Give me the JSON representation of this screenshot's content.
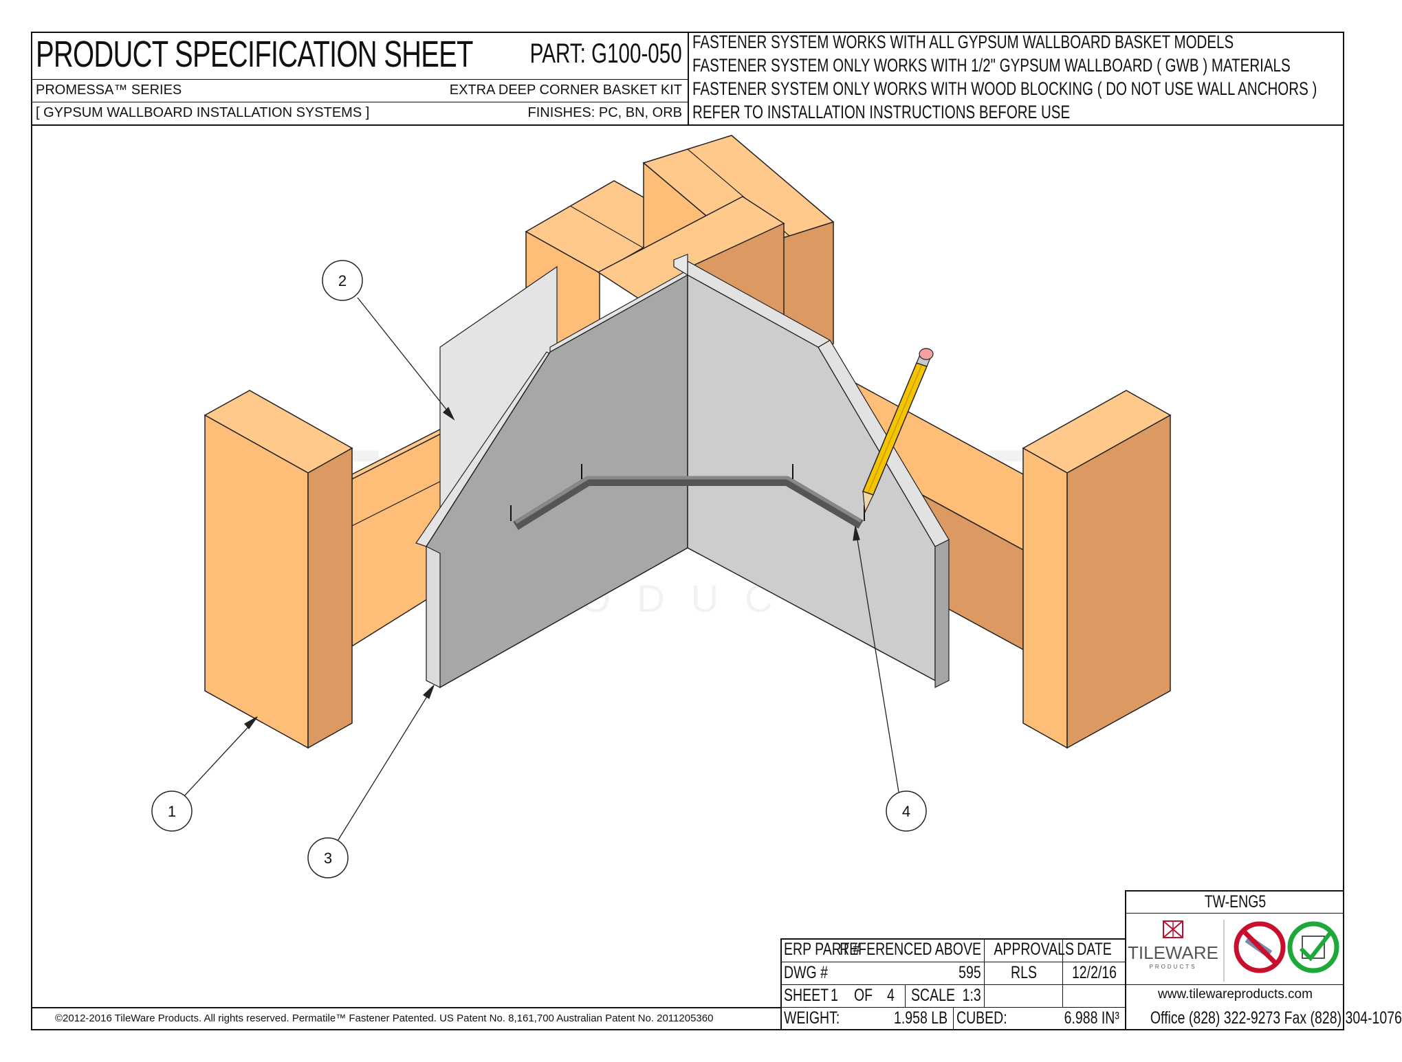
{
  "header": {
    "title": "PRODUCT SPECIFICATION SHEET",
    "part": "PART:  G100-050",
    "series": "PROMESSA™ SERIES",
    "kit": "EXTRA DEEP CORNER BASKET KIT",
    "system": "[ GYPSUM WALLBOARD INSTALLATION SYSTEMS ]",
    "finishes": "FINISHES:  PC, BN, ORB",
    "notes": [
      "FASTENER SYSTEM WORKS WITH ALL GYPSUM WALLBOARD BASKET MODELS",
      "FASTENER SYSTEM ONLY WORKS WITH 1/2\" GYPSUM WALLBOARD ( GWB ) MATERIALS",
      "FASTENER SYSTEM ONLY WORKS WITH WOOD BLOCKING ( DO NOT USE WALL ANCHORS )",
      "REFER TO INSTALLATION INSTRUCTIONS BEFORE USE"
    ]
  },
  "drawing": {
    "watermark": "TILEWARE",
    "watermark_sub": "PRODUCTS",
    "callouts": [
      "1",
      "2",
      "3",
      "4"
    ]
  },
  "title_block": {
    "erp_label": "ERP PART #",
    "erp_value": "REFERENCED ABOVE",
    "approvals_label": "APPROVALS",
    "date_label": "DATE",
    "dwg_label": "DWG #",
    "dwg_value": "595",
    "approvals_value": "RLS",
    "date_value": "12/2/16",
    "sheet_label": "SHEET",
    "sheet_num": "1",
    "of_label": "OF",
    "sheet_total": "4",
    "scale_label": "SCALE",
    "scale_value": "1:3",
    "weight_label": "WEIGHT:",
    "weight_value": "1.958  LB",
    "cubed_label": "CUBED:",
    "cubed_value": "6.988  IN³"
  },
  "company": {
    "code": "TW-ENG5",
    "logo_text": "TILEWARE",
    "logo_sub": "PRODUCTS",
    "website": "www.tilewareproducts.com",
    "phones": "Office (828) 322-9273  Fax (828) 304-1076"
  },
  "footer": {
    "copyright": "©2012-2016 TileWare Products. All rights reserved. Permatile™ Fastener Patented. US Patent No. 8,161,700 Australian Patent No. 2011205360"
  },
  "colors": {
    "wood_light": "#ffbe78",
    "wood_dark": "#dc9a62",
    "wood_top": "#ffc98c",
    "board_left": "#a9a9a9",
    "board_right": "#cfcfcf",
    "board_edge": "#e2e2e2",
    "pencil": "#f5c400",
    "stop_red": "#c8102e",
    "ok_green": "#1fa83a"
  }
}
